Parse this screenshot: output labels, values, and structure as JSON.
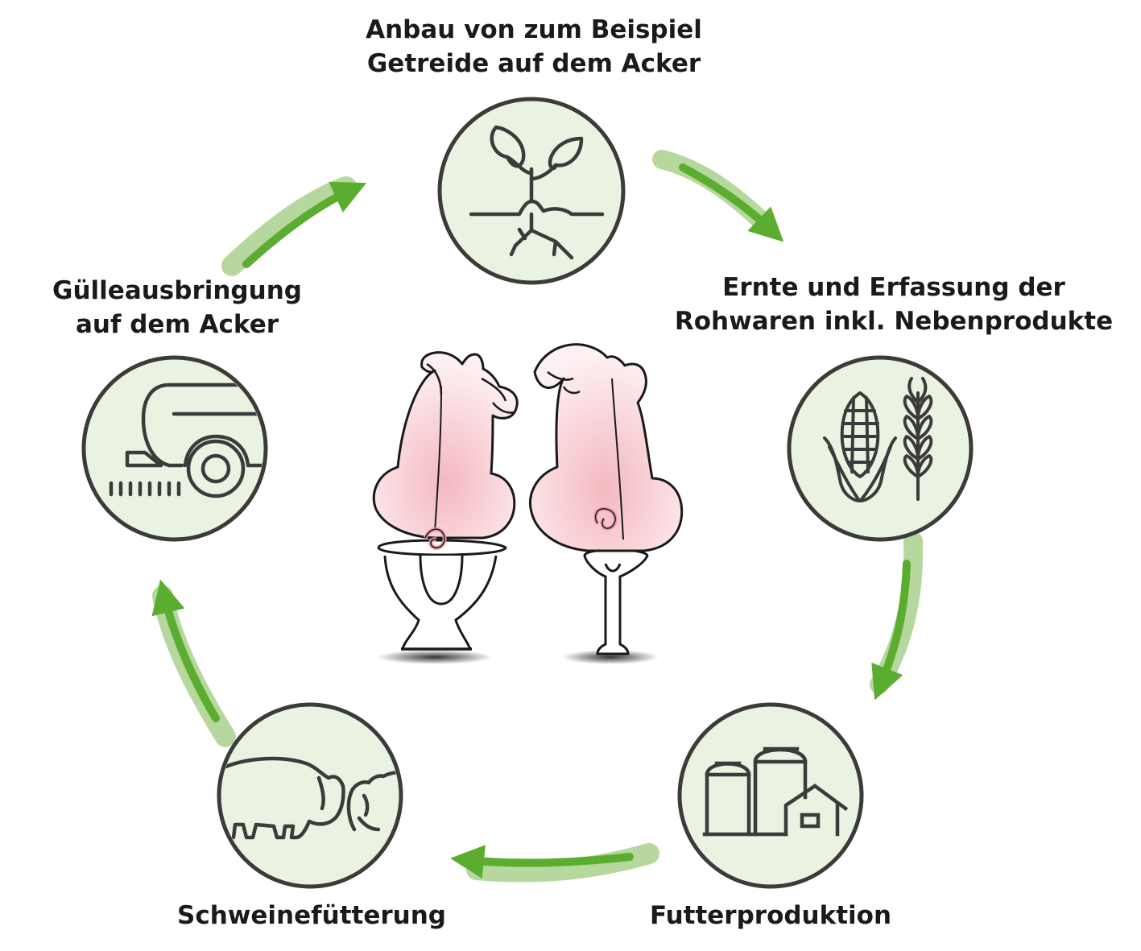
{
  "diagram": {
    "stages": [
      {
        "id": "cultivation",
        "lines": [
          "Anbau von zum Beispiel",
          "Getreide auf dem Acker"
        ],
        "icon": "sprouting-plant-icon"
      },
      {
        "id": "harvest",
        "lines": [
          "Ernte und Erfassung der",
          "Rohwaren inkl. Nebenprodukte"
        ],
        "icon": "corn-and-wheat-icon"
      },
      {
        "id": "feed-production",
        "lines": [
          "Futterproduktion"
        ],
        "icon": "silo-farm-icon"
      },
      {
        "id": "pig-feeding",
        "lines": [
          "Schweinefütterung"
        ],
        "icon": "pigs-icon"
      },
      {
        "id": "manure-spreading",
        "lines": [
          "Gülleausbringung",
          "auf dem Acker"
        ],
        "icon": "slurry-tanker-icon"
      }
    ],
    "center_illustration": "pigs-on-toilets-illustration",
    "colors": {
      "circle_fill": "#eaf3e1",
      "circle_stroke": "#3b3b3b",
      "arrow_dark": "#5aad2f",
      "arrow_light": "#a9d18e",
      "pig_pink": "#f8cfd4",
      "text": "#1a1a1a"
    }
  }
}
